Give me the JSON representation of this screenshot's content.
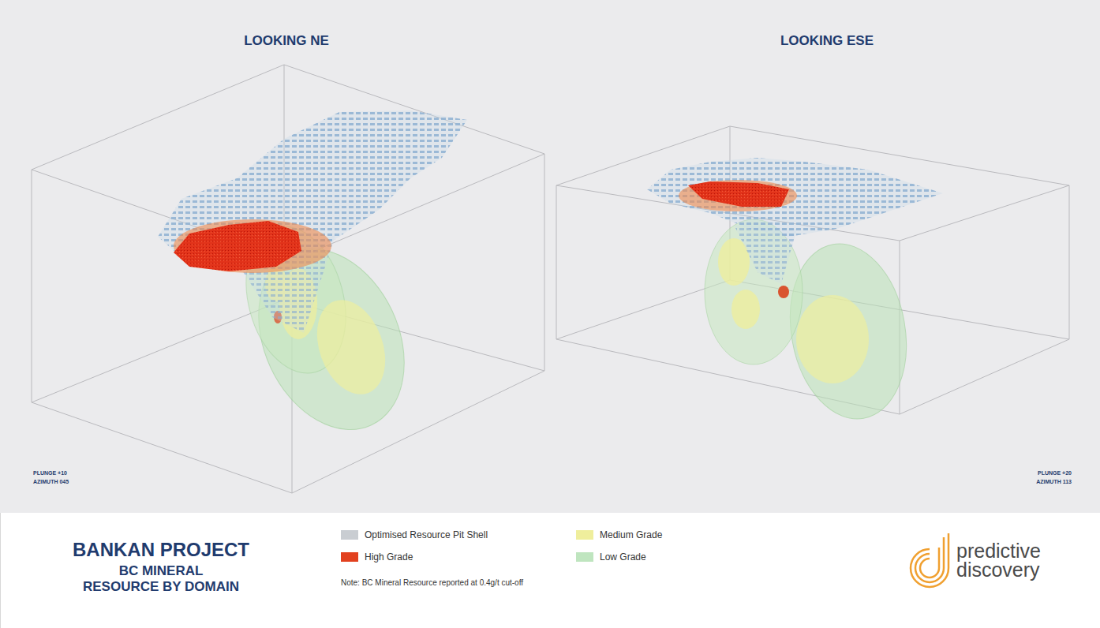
{
  "diagram": {
    "title": "BANKAN PROJECT",
    "labels": [
      "LOOKING NE",
      "LOOKING ESE",
      "PLUNGE +10",
      "AZIMUTH 045",
      "PLUNGE +20",
      "AZIMUTH 113",
      "BC MINERAL RESOURCE BY DOMAIN",
      "Note: BC Mineral Resource reported at 0.4g/t cut-off",
      "predictive discovery"
    ],
    "legend": [
      {
        "text": "Optimised Resource Pit Shell",
        "color": "#c9cdd2"
      },
      {
        "text": "High Grade",
        "color": "#e2411f"
      },
      {
        "text": "Medium Grade",
        "color": "#efee9c"
      },
      {
        "text": "Low Grade",
        "color": "#bfe5bf"
      }
    ]
  }
}
